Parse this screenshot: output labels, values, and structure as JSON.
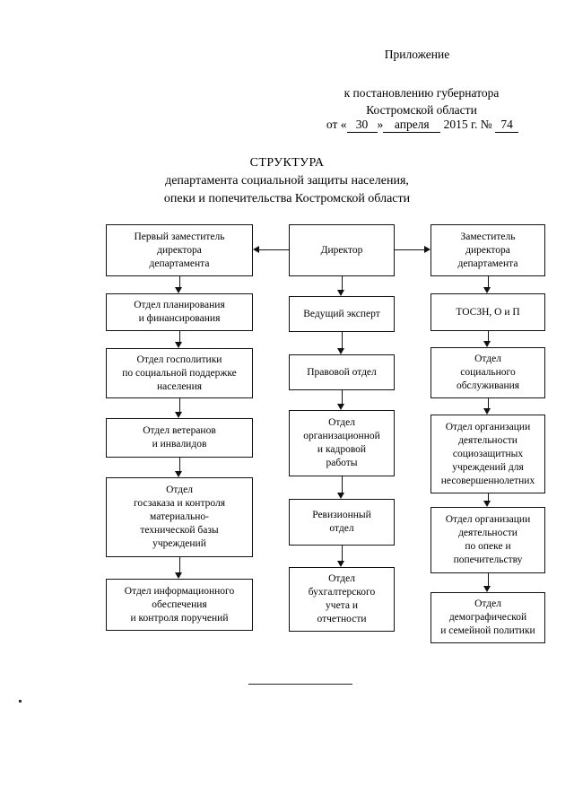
{
  "header": {
    "appendix_label": "Приложение",
    "line1": "к постановлению губернатора",
    "line2": "Костромской области",
    "date_prefix": "от «",
    "date_day": "30",
    "date_quote": "»",
    "date_month": "апреля",
    "date_year": "2015 г. №",
    "date_number": "74"
  },
  "title": {
    "line1": "СТРУКТУРА",
    "line2": "департамента социальной защиты населения,",
    "line3": "опеки и попечительства Костромской области"
  },
  "chart_data": {
    "type": "diagram",
    "title": "СТРУКТУРА департамента социальной защиты населения, опеки и попечительства Костромской области",
    "columns": [
      {
        "name": "left",
        "nodes": [
          "Первый заместитель директора департамента",
          "Отдел планирования и финансирования",
          "Отдел госполитики по социальной поддержке населения",
          "Отдел ветеранов и инвалидов",
          "Отдел госзаказа и контроля материально-технической базы учреждений",
          "Отдел информационного обеспечения и контроля поручений"
        ]
      },
      {
        "name": "center",
        "nodes": [
          "Директор",
          "Ведущий эксперт",
          "Правовой отдел",
          "Отдел организационной и кадровой работы",
          "Ревизионный отдел",
          "Отдел бухгалтерского учета и отчетности"
        ]
      },
      {
        "name": "right",
        "nodes": [
          "Заместитель директора департамента",
          "ТОСЗН, О и П",
          "Отдел социального обслуживания",
          "Отдел организации деятельности социозащитных учреждений для несовершеннолетних",
          "Отдел организации деятельности по опеке и попечительству",
          "Отдел демографической и семейной политики"
        ]
      }
    ],
    "edges": [
      {
        "from": "Директор",
        "to": "Первый заместитель директора департамента",
        "direction": "left"
      },
      {
        "from": "Директор",
        "to": "Заместитель директора департамента",
        "direction": "right"
      },
      {
        "from": "Директор",
        "to": "Ведущий эксперт",
        "direction": "down"
      }
    ]
  },
  "nodes": {
    "l1": {
      "l1": "Первый заместитель",
      "l2": "директора",
      "l3": "департамента"
    },
    "l2": {
      "l1": "Отдел планирования",
      "l2": "и финансирования"
    },
    "l3": {
      "l1": "Отдел госполитики",
      "l2": "по социальной поддержке",
      "l3": "населения"
    },
    "l4": {
      "l1": "Отдел ветеранов",
      "l2": "и инвалидов"
    },
    "l5": {
      "l1": "Отдел",
      "l2": "госзаказа и контроля",
      "l3": "материально-",
      "l4": "технической базы",
      "l5": "учреждений"
    },
    "l6": {
      "l1": "Отдел информационного",
      "l2": "обеспечения",
      "l3": "и контроля поручений"
    },
    "c1": {
      "l1": "Директор"
    },
    "c2": {
      "l1": "Ведущий эксперт"
    },
    "c3": {
      "l1": "Правовой отдел"
    },
    "c4": {
      "l1": "Отдел",
      "l2": "организационной",
      "l3": "и кадровой",
      "l4": "работы"
    },
    "c5": {
      "l1": "Ревизионный",
      "l2": "отдел"
    },
    "c6": {
      "l1": "Отдел",
      "l2": "бухгалтерского",
      "l3": "учета и",
      "l4": "отчетности"
    },
    "r1": {
      "l1": "Заместитель",
      "l2": "директора",
      "l3": "департамента"
    },
    "r2": {
      "l1": "ТОСЗН, О и П"
    },
    "r3": {
      "l1": "Отдел",
      "l2": "социального",
      "l3": "обслуживания"
    },
    "r4": {
      "l1": "Отдел организации",
      "l2": "деятельности",
      "l3": "социозащитных",
      "l4": "учреждений для",
      "l5": "несовершеннолетних"
    },
    "r5": {
      "l1": "Отдел организации",
      "l2": "деятельности",
      "l3": "по опеке и",
      "l4": "попечительству"
    },
    "r6": {
      "l1": "Отдел",
      "l2": "демографической",
      "l3": "и семейной политики"
    }
  }
}
